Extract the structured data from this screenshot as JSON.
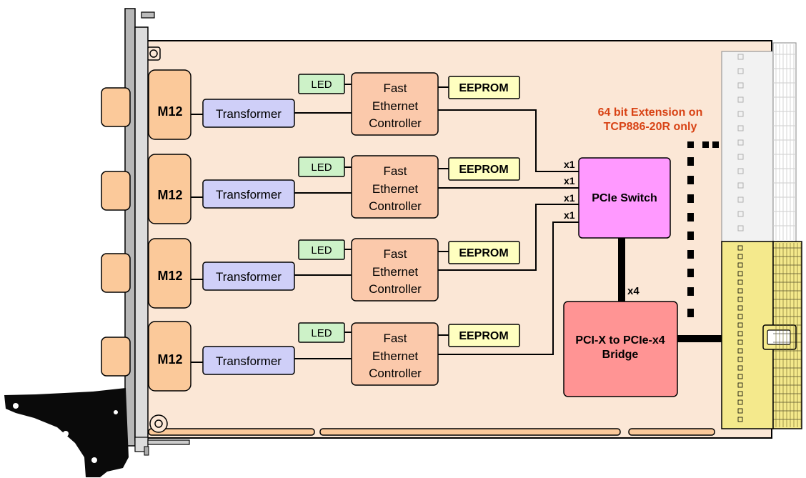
{
  "m12": [
    "M12",
    "M12",
    "M12",
    "M12"
  ],
  "transformer": [
    "Transformer",
    "Transformer",
    "Transformer",
    "Transformer"
  ],
  "led": [
    "LED",
    "LED",
    "LED",
    "LED"
  ],
  "eeprom": [
    "EEPROM",
    "EEPROM",
    "EEPROM",
    "EEPROM"
  ],
  "controller_line1": [
    "Fast",
    "Fast",
    "Fast",
    "Fast"
  ],
  "controller_line2": [
    "Ethernet",
    "Ethernet",
    "Ethernet",
    "Ethernet"
  ],
  "controller_line3": [
    "Controller",
    "Controller",
    "Controller",
    "Controller"
  ],
  "lane_labels": [
    "x1",
    "x1",
    "x1",
    "x1"
  ],
  "pcie_switch": "PCIe Switch",
  "bridge_line1": "PCI-X to PCIe-x4",
  "bridge_line2": "Bridge",
  "x4_label": "x4",
  "extension_line1": "64 bit Extension on",
  "extension_line2": "TCP886-20R only",
  "colors": {
    "board": "#fbe7d6",
    "connector_orange": "#fbc99a",
    "transformer": "#cfcff8",
    "led": "#cdf2c8",
    "eeprom": "#ffffc0",
    "controller": "#fbc9ab",
    "switch": "#ff99ff",
    "bridge": "#ff9494",
    "pci_gold": "#f4e98c",
    "extension_text": "#d84315"
  }
}
